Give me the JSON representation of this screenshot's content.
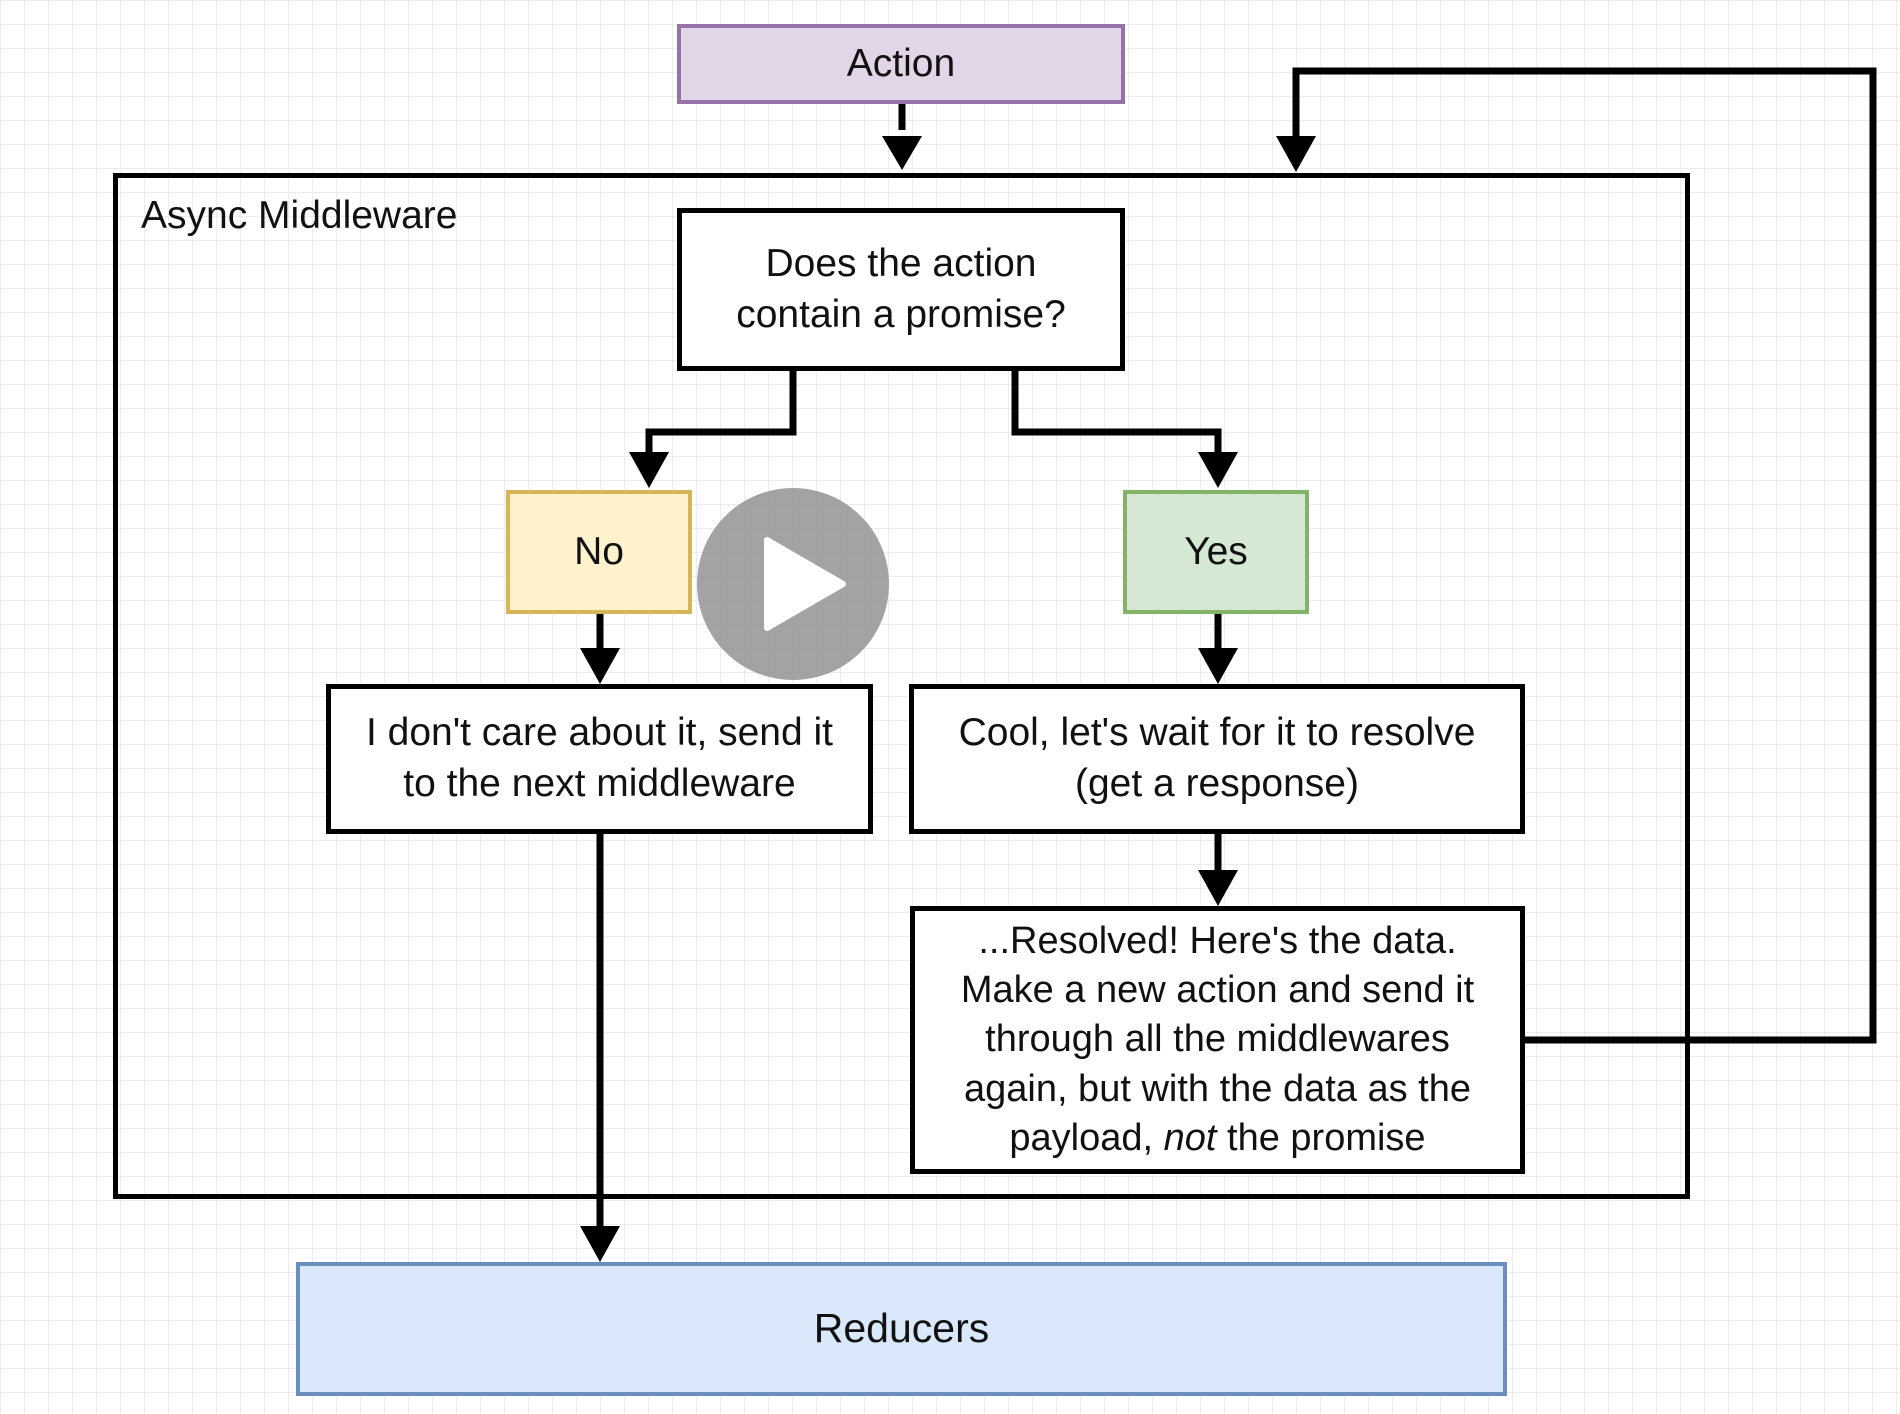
{
  "diagram": {
    "action": "Action",
    "middleware_label": "Async Middleware",
    "question": [
      "Does the action",
      "contain a promise?"
    ],
    "no": "No",
    "yes": "Yes",
    "dont_care": [
      "I don't care about it, send it",
      "to the next middleware"
    ],
    "wait": [
      "Cool, let's wait for it to resolve",
      "(get a response)"
    ],
    "resolved": {
      "line1": "...Resolved!  Here's the data.",
      "line2": "Make a new action and send it",
      "line3": "through all the middlewares",
      "line4": "again, but with the data as the",
      "line5_pre": "payload, ",
      "line5_em": "not",
      "line5_post": " the promise"
    },
    "reducers": "Reducers"
  },
  "colors": {
    "action_fill": "#e1d5e7",
    "action_border": "#9673a6",
    "no_fill": "#fff2cc",
    "no_border": "#d6b656",
    "yes_fill": "#d5e8d4",
    "yes_border": "#82b366",
    "reducers_fill": "#dae8fc",
    "reducers_border": "#6c8ebf",
    "play_overlay": "#969696"
  },
  "overlay": {
    "icon": "play-icon"
  }
}
